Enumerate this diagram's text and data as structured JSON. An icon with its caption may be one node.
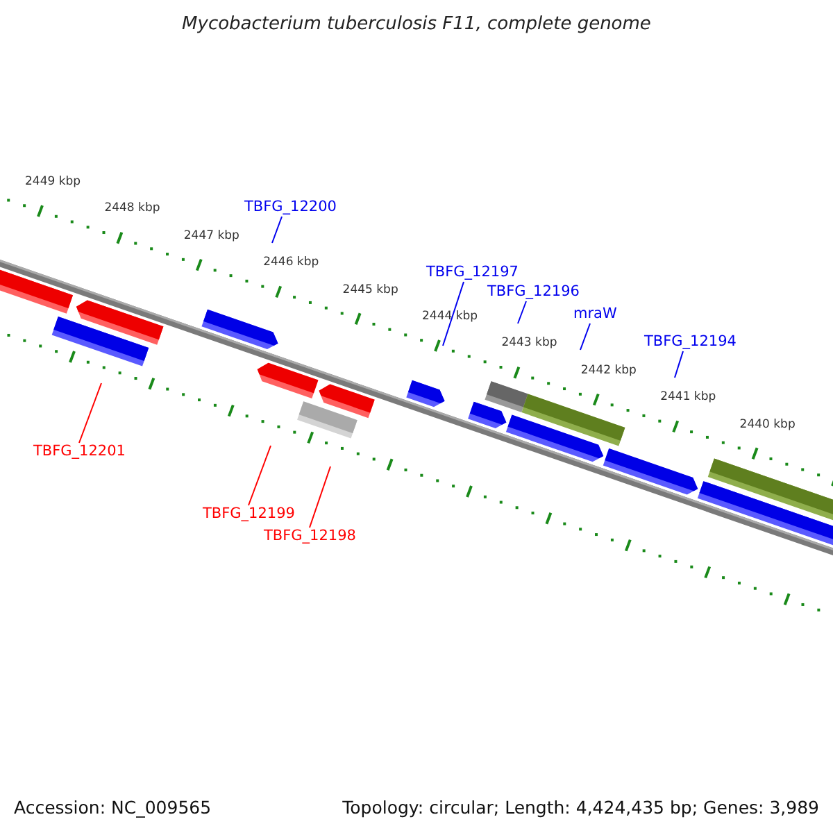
{
  "diagram": {
    "title": "Mycobacterium tuberculosis F11, complete genome",
    "nodes": [
      {
        "text": [
          "TBFG_12200"
        ]
      },
      {
        "text": [
          "TBFG_12197"
        ]
      },
      {
        "text": [
          "TBFG_12196"
        ]
      },
      {
        "text": [
          "mraW"
        ]
      },
      {
        "text": [
          "TBFG_12194"
        ]
      },
      {
        "text": [
          "TBFG_12201"
        ]
      },
      {
        "text": [
          "TBFG_12199"
        ]
      },
      {
        "text": [
          "TBFG_12198"
        ]
      }
    ],
    "edges": [
      {
        "from": 0,
        "to": null,
        "arrow": "none"
      },
      {
        "from": 1,
        "to": null,
        "arrow": "none"
      },
      {
        "from": 2,
        "to": null,
        "arrow": "none"
      },
      {
        "from": 3,
        "to": null,
        "arrow": "none"
      },
      {
        "from": 4,
        "to": null,
        "arrow": "none"
      },
      {
        "from": 5,
        "to": null,
        "arrow": "none",
        "color": "#ff0000"
      },
      {
        "from": 6,
        "to": null,
        "arrow": "none",
        "color": "#ff0000"
      },
      {
        "from": 7,
        "to": null,
        "arrow": "none",
        "color": "#ff0000"
      }
    ],
    "labels": [
      "2449 kbp",
      "2448 kbp",
      "2447 kbp",
      "2446 kbp",
      "2445 kbp",
      "2444 kbp",
      "2443 kbp",
      "2442 kbp",
      "2441 kbp",
      "2440 kbp",
      "Accession: NC_009565",
      "Topology: circular; Length: 4,424,435 bp; Genes: 3,989"
    ]
  }
}
